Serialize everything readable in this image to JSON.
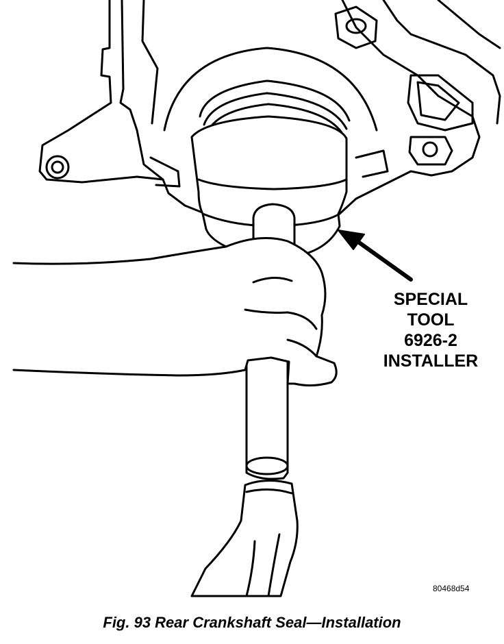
{
  "callout": {
    "lines": [
      "SPECIAL",
      "TOOL",
      "6926-2",
      "INSTALLER"
    ]
  },
  "figure_id": "80468d54",
  "caption": "Fig. 93 Rear Crankshaft Seal—Installation"
}
